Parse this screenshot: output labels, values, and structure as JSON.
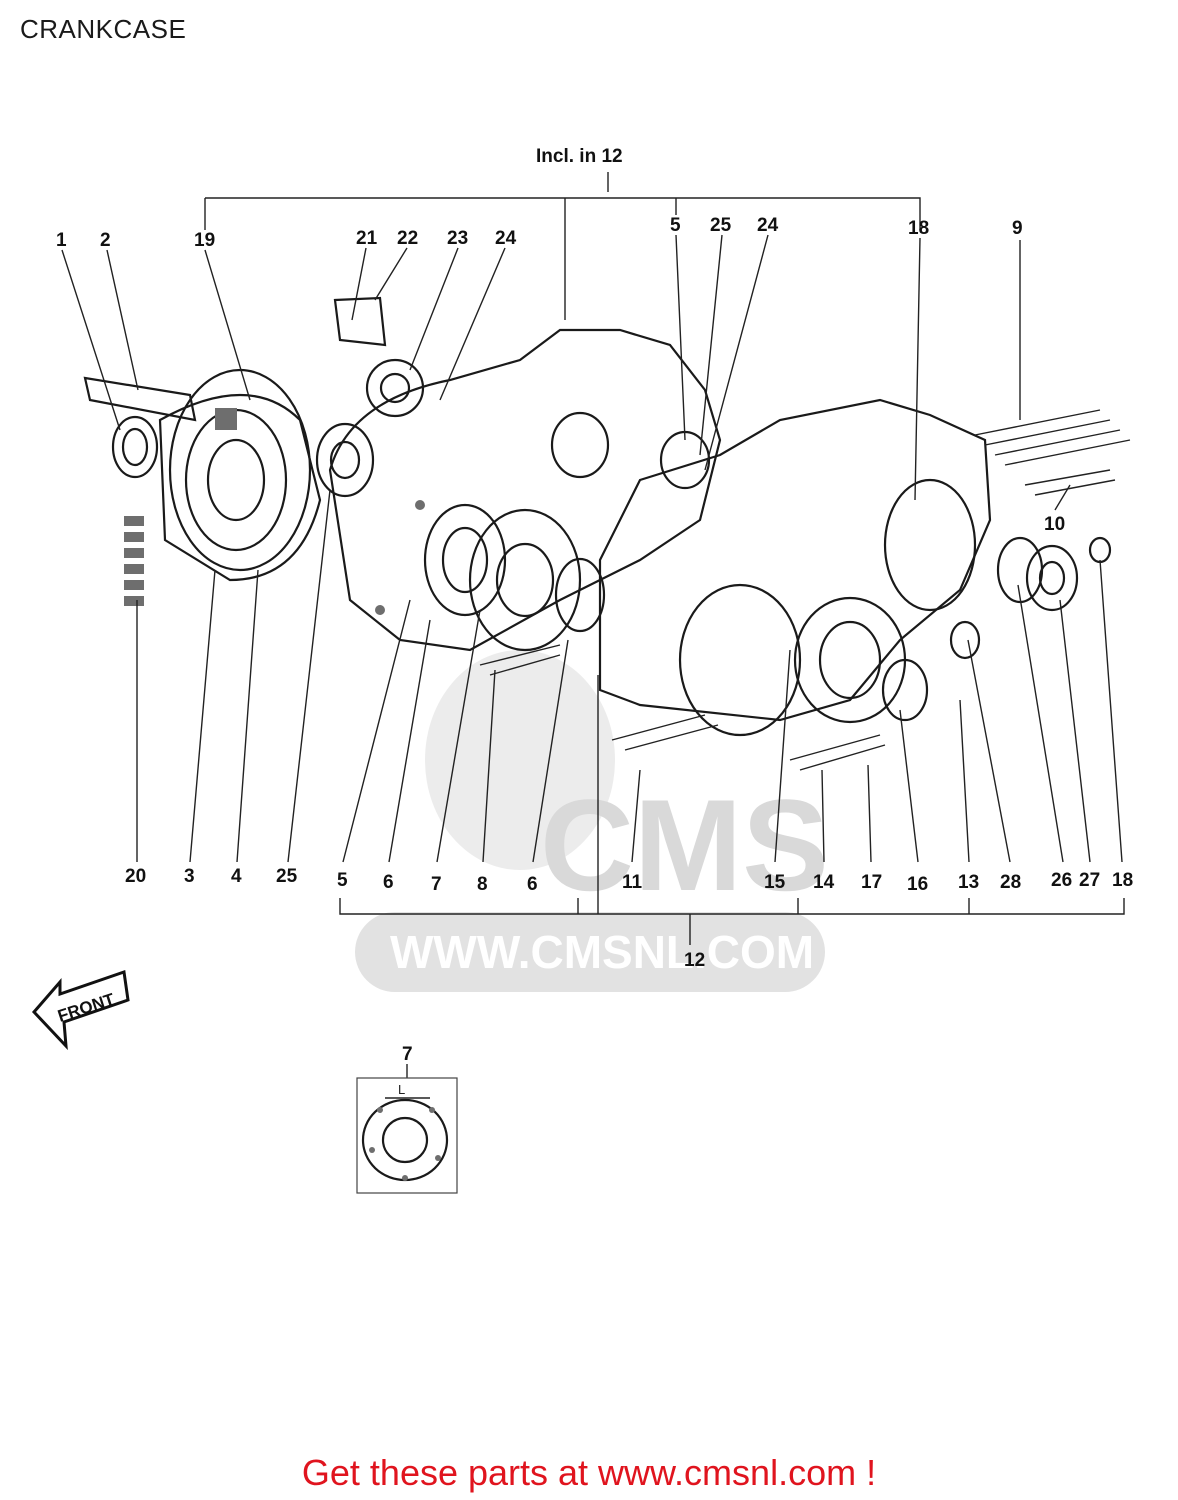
{
  "page": {
    "title": "CRANKCASE"
  },
  "footer": {
    "cta": "Get these parts at www.cmsnl.com !"
  },
  "watermark": {
    "logo_text": "CMS",
    "url_text": "WWW.CMSNL.COM"
  },
  "diagram": {
    "header_note": "Incl. in 12",
    "bottom_group_label": "12",
    "front_arrow_text": "FRONT",
    "inset_label": "7",
    "inset_letter": "L",
    "callouts_top": [
      "1",
      "2",
      "19",
      "21",
      "22",
      "23",
      "24",
      "5",
      "25",
      "24",
      "18",
      "9",
      "10"
    ],
    "callouts_bottom": [
      "20",
      "3",
      "4",
      "25",
      "5",
      "6",
      "7",
      "8",
      "6",
      "11",
      "15",
      "14",
      "17",
      "16",
      "13",
      "28",
      "26",
      "27",
      "18"
    ]
  }
}
